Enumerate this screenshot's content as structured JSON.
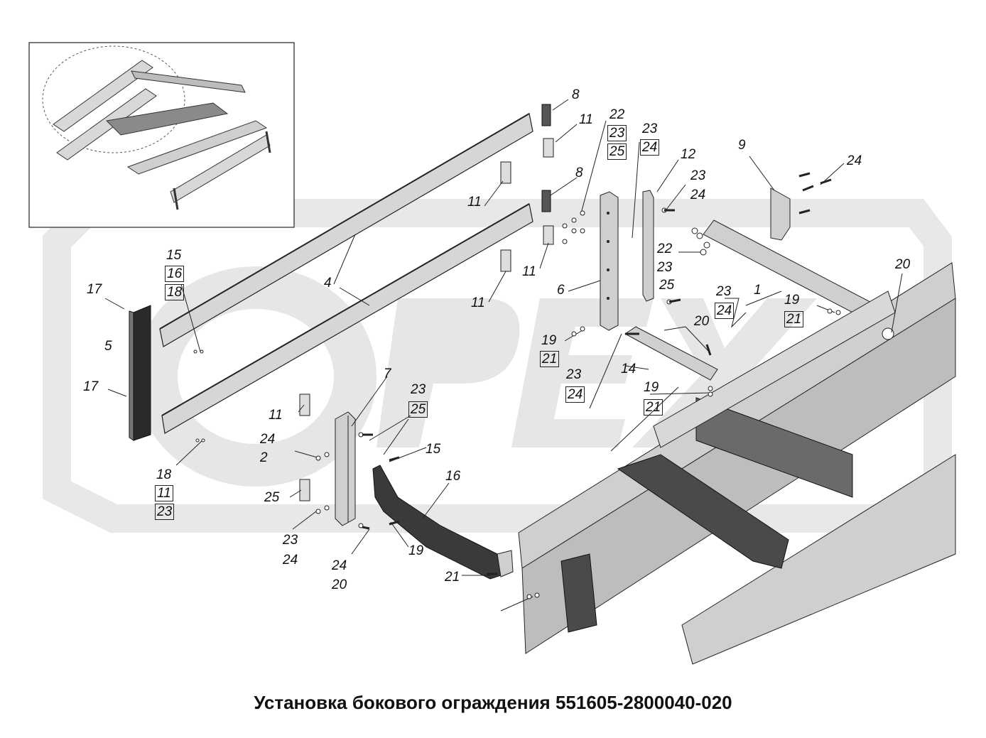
{
  "caption": "Установка бокового ограждения 551605-2800040-020",
  "watermark": {
    "text": "OPEX",
    "color": "#e6e6e6"
  },
  "colors": {
    "line": "#222222",
    "part_fill": "#cfcfcf",
    "dark_fill": "#2a2a2a",
    "frame": "#bdbdbd"
  },
  "callouts": [
    {
      "id": "c8a",
      "text": "8"
    },
    {
      "id": "c11a",
      "text": "11"
    },
    {
      "id": "c22a",
      "text": "22"
    },
    {
      "id": "c23a",
      "text": "23",
      "boxed": true
    },
    {
      "id": "c25a",
      "text": "25",
      "boxed": true
    },
    {
      "id": "c23b",
      "text": "23"
    },
    {
      "id": "c24b",
      "text": "24",
      "boxed": true
    },
    {
      "id": "c12",
      "text": "12"
    },
    {
      "id": "c23c",
      "text": "23"
    },
    {
      "id": "c24c",
      "text": "24"
    },
    {
      "id": "c9",
      "text": "9"
    },
    {
      "id": "c24d",
      "text": "24"
    },
    {
      "id": "c8b",
      "text": "8"
    },
    {
      "id": "c11b",
      "text": "11"
    },
    {
      "id": "c11c",
      "text": "11"
    },
    {
      "id": "c15a",
      "text": "15"
    },
    {
      "id": "c16a",
      "text": "16",
      "boxed": true
    },
    {
      "id": "c18a",
      "text": "18",
      "boxed": true
    },
    {
      "id": "c17a",
      "text": "17"
    },
    {
      "id": "c4",
      "text": "4"
    },
    {
      "id": "c11d",
      "text": "11"
    },
    {
      "id": "c22b",
      "text": "22"
    },
    {
      "id": "c23d",
      "text": "23"
    },
    {
      "id": "c25b",
      "text": "25"
    },
    {
      "id": "c6",
      "text": "6"
    },
    {
      "id": "c23e",
      "text": "23"
    },
    {
      "id": "c24e",
      "text": "24",
      "boxed": true
    },
    {
      "id": "c1",
      "text": "1"
    },
    {
      "id": "c19a",
      "text": "19"
    },
    {
      "id": "c21a",
      "text": "21",
      "boxed": true
    },
    {
      "id": "c20a",
      "text": "20"
    },
    {
      "id": "c5",
      "text": "5"
    },
    {
      "id": "c20b",
      "text": "20"
    },
    {
      "id": "c19b",
      "text": "19"
    },
    {
      "id": "c21b",
      "text": "21",
      "boxed": true
    },
    {
      "id": "c14",
      "text": "14"
    },
    {
      "id": "c7",
      "text": "7"
    },
    {
      "id": "c17b",
      "text": "17"
    },
    {
      "id": "c23f",
      "text": "23"
    },
    {
      "id": "c24f",
      "text": "24",
      "boxed": true
    },
    {
      "id": "c19c",
      "text": "19"
    },
    {
      "id": "c21c",
      "text": "21",
      "boxed": true
    },
    {
      "id": "c11e",
      "text": "11"
    },
    {
      "id": "c23g",
      "text": "23"
    },
    {
      "id": "c25c",
      "text": "25"
    },
    {
      "id": "c24g",
      "text": "24"
    },
    {
      "id": "c2",
      "text": "2"
    },
    {
      "id": "c15b",
      "text": "15"
    },
    {
      "id": "c16b",
      "text": "16",
      "boxed": true
    },
    {
      "id": "c18b",
      "text": "18",
      "boxed": true
    },
    {
      "id": "c11f",
      "text": "11"
    },
    {
      "id": "c23h",
      "text": "23"
    },
    {
      "id": "c25d",
      "text": "25"
    },
    {
      "id": "c23i",
      "text": "23"
    },
    {
      "id": "c24h",
      "text": "24"
    },
    {
      "id": "c24i",
      "text": "24"
    },
    {
      "id": "c20c",
      "text": "20"
    },
    {
      "id": "c19d",
      "text": "19"
    },
    {
      "id": "c21d",
      "text": "21",
      "boxed": true
    }
  ]
}
